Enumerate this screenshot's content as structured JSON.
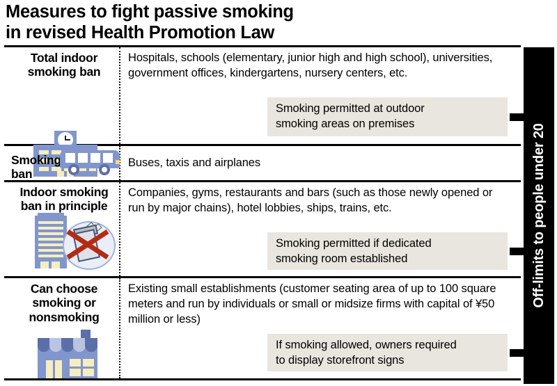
{
  "title": {
    "line1": "Measures to fight passive smoking",
    "line2": "in revised Health Promotion Law"
  },
  "sidebar": {
    "label": "Off-limits to people under 20",
    "background": "#000000",
    "text_color": "#ffffff"
  },
  "colors": {
    "icon_blue": "#8196cc",
    "icon_blue_dark": "#5b6fa8",
    "icon_cream": "#f6edc1",
    "callout_bg": "#e9e5df",
    "rule": "#000000"
  },
  "rows": [
    {
      "category": "Total indoor\nsmoking ban",
      "category_line1": "Total indoor",
      "category_line2": "smoking ban",
      "icon": "school-building-icon",
      "description": "Hospitals, schools (elementary, junior high and high school), universities, government offices, kindergartens, nursery centers, etc.",
      "callout": "Smoking permitted at outdoor smoking areas on premises",
      "callout_line1": "Smoking permitted at outdoor",
      "callout_line2": "smoking areas on premises"
    },
    {
      "category": "Smoking ban",
      "category_line1": "Smoking",
      "category_line2": "ban",
      "icon": "bus-icon",
      "description": "Buses, taxis and airplanes",
      "callout": null
    },
    {
      "category": "Indoor smoking ban in principle",
      "category_line1": "Indoor smoking",
      "category_line2": "ban in principle",
      "icon": "office-no-smoking-icon",
      "description": "Companies, gyms, restaurants and bars (such as those newly opened or run by major chains), hotel lobbies, ships, trains, etc.",
      "callout": "Smoking permitted if dedicated smoking room established",
      "callout_line1": "Smoking permitted if dedicated",
      "callout_line2": "smoking room established"
    },
    {
      "category": "Can choose smoking or nonsmoking",
      "category_line1": "Can choose",
      "category_line2": "smoking or",
      "category_line3": "nonsmoking",
      "icon": "shop-storefront-icon",
      "description": "Existing small establishments (customer seating area of up to 100 square meters and run by individuals or small or midsize firms with capital of ¥50 million or less)",
      "callout": "If smoking allowed, owners required to display storefront signs",
      "callout_line1": "If smoking allowed, owners required",
      "callout_line2": "to display storefront signs"
    }
  ]
}
